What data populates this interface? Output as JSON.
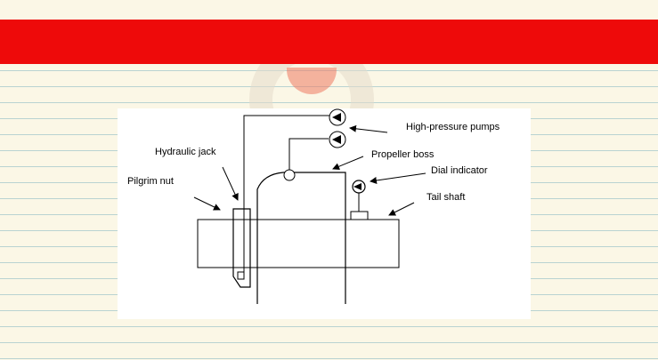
{
  "slide": {
    "accent_color": "#ee0a0a",
    "background_color": "#fbf7e6",
    "watermark_icon": "lifebuoy-icon"
  },
  "diagram": {
    "labels": {
      "high_pressure_pumps": "High-pressure pumps",
      "hydraulic_jack": "Hydraulic jack",
      "propeller_boss": "Propeller boss",
      "dial_indicator": "Dial indicator",
      "pilgrim_nut": "Pilgrim nut",
      "tail_shaft": "Tail shaft"
    }
  }
}
